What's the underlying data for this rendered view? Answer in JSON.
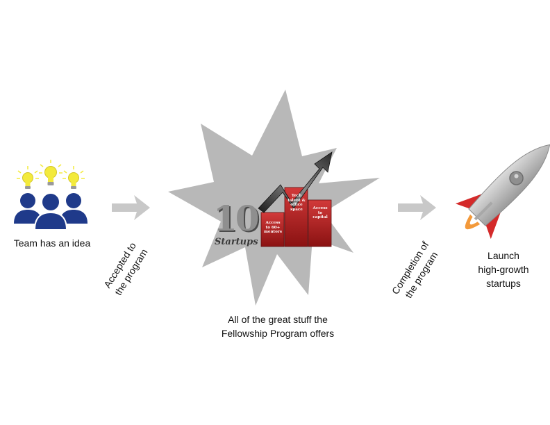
{
  "labels": {
    "team": "Team has an idea",
    "accepted": [
      "Accepted to",
      "the program"
    ],
    "offers": [
      "All of the great stuff the",
      "Fellowship Program offers"
    ],
    "completion": [
      "Completion of",
      "the program"
    ],
    "launch": [
      "Launch",
      "high-growth",
      "startups"
    ]
  },
  "badge": {
    "number": "10",
    "word": "Startups",
    "bars": [
      [
        "Access",
        "to 60+",
        "mentors"
      ],
      [
        "Tech",
        "talent &",
        "office",
        "space"
      ],
      [
        "Access",
        "to",
        "capital"
      ]
    ]
  },
  "colors": {
    "people": "#1f3a8a",
    "bulb": "#f3ea3c",
    "arrow": "#c8c8c8",
    "starburst": "#b8b8b8",
    "bar": "#b31c1c",
    "rocket_body": "#bdbdbd",
    "rocket_fin": "#d42a2a",
    "flame": "#f3993a"
  },
  "icons": {
    "team": "team-people-icon",
    "bulb": "lightbulb-icon",
    "arrow": "right-arrow-icon",
    "starburst": "starburst-shape",
    "growth": "growth-arrow-icon",
    "rocket": "rocket-icon",
    "flame": "flame-icon"
  }
}
